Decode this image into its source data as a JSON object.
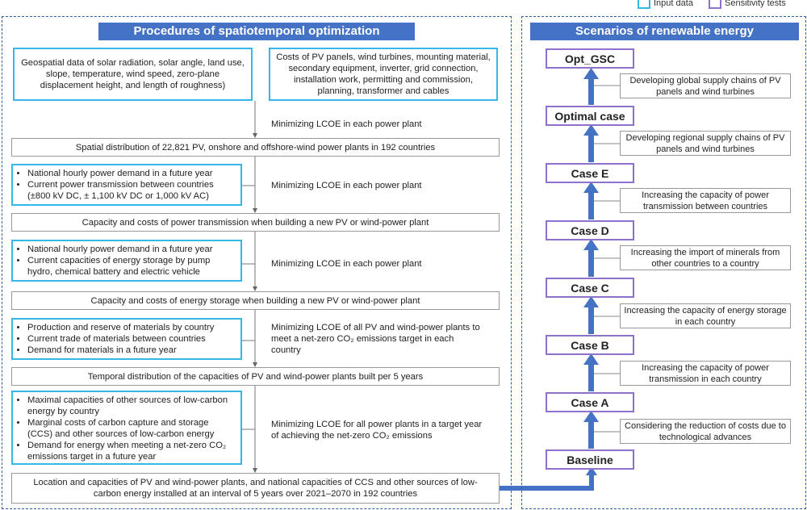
{
  "legend": {
    "input": "Input data",
    "sensitivity": "Sensitivity tests"
  },
  "colors": {
    "header": "#4472c4",
    "input_border": "#35b8e6",
    "case_border": "#8e72c9",
    "arrow": "#4472c4"
  },
  "left": {
    "title": "Procedures of spatiotemporal optimization",
    "top_left": "Geospatial data of solar radiation, solar angle, land use, slope, temperature, wind speed, zero-plane displacement height, and length of roughness)",
    "top_right": "Costs of PV panels, wind turbines, mounting material, secondary equipment, inverter, grid connection, installation work, permitting and commission, planning, transformer and cables",
    "step1": "Minimizing LCOE in each power plant",
    "result1": "Spatial distribution of 22,821 PV, onshore and offshore-wind power plants in 192 countries",
    "in2": [
      "National hourly power demand in a future year",
      "Current power transmission between countries (±800 kV DC, ± 1,100 kV DC or 1,000 kV AC)"
    ],
    "step2": "Minimizing LCOE in each power plant",
    "result2": "Capacity and costs of power transmission when building a new PV or wind-power plant",
    "in3": [
      "National hourly power demand in a future year",
      "Current capacities of energy storage by pump hydro, chemical battery and electric vehicle"
    ],
    "step3": "Minimizing LCOE in each power plant",
    "result3": "Capacity and costs of energy storage when building a new PV or wind-power plant",
    "in4": [
      "Production and reserve of materials by country",
      "Current trade of materials between countries",
      "Demand for materials in a future year"
    ],
    "step4": "Minimizing LCOE of all PV and wind-power plants to meet a net-zero CO₂ emissions target in each country",
    "result4": "Temporal distribution of the capacities of PV and wind-power plants built per 5 years",
    "in5": [
      "Maximal capacities of other sources of low-carbon energy by country",
      "Marginal costs of carbon capture and storage (CCS) and other sources of low-carbon energy",
      "Demand for energy when meeting a net-zero CO₂ emissions target in a future year"
    ],
    "step5": "Minimizing LCOE for all power plants in a target year of achieving the net-zero CO₂ emissions",
    "result5": "Location and capacities of PV and wind-power plants, and national capacities of CCS and other sources of low-carbon energy installed at an interval of 5 years over 2021–2070 in 192 countries"
  },
  "right": {
    "title": "Scenarios of renewable energy",
    "cases": [
      "Opt_GSC",
      "Optimal case",
      "Case E",
      "Case D",
      "Case C",
      "Case B",
      "Case A",
      "Baseline"
    ],
    "tests": [
      "Developing global supply chains of PV panels and wind turbines",
      "Developing regional supply chains of PV panels and wind turbines",
      "Increasing the capacity of power transmission between countries",
      "Increasing the import of minerals from other countries to a country",
      "Increasing the capacity of energy storage in each country",
      "Increasing the capacity of power transmission in each country",
      "Considering the reduction of costs due to technological advances"
    ]
  }
}
